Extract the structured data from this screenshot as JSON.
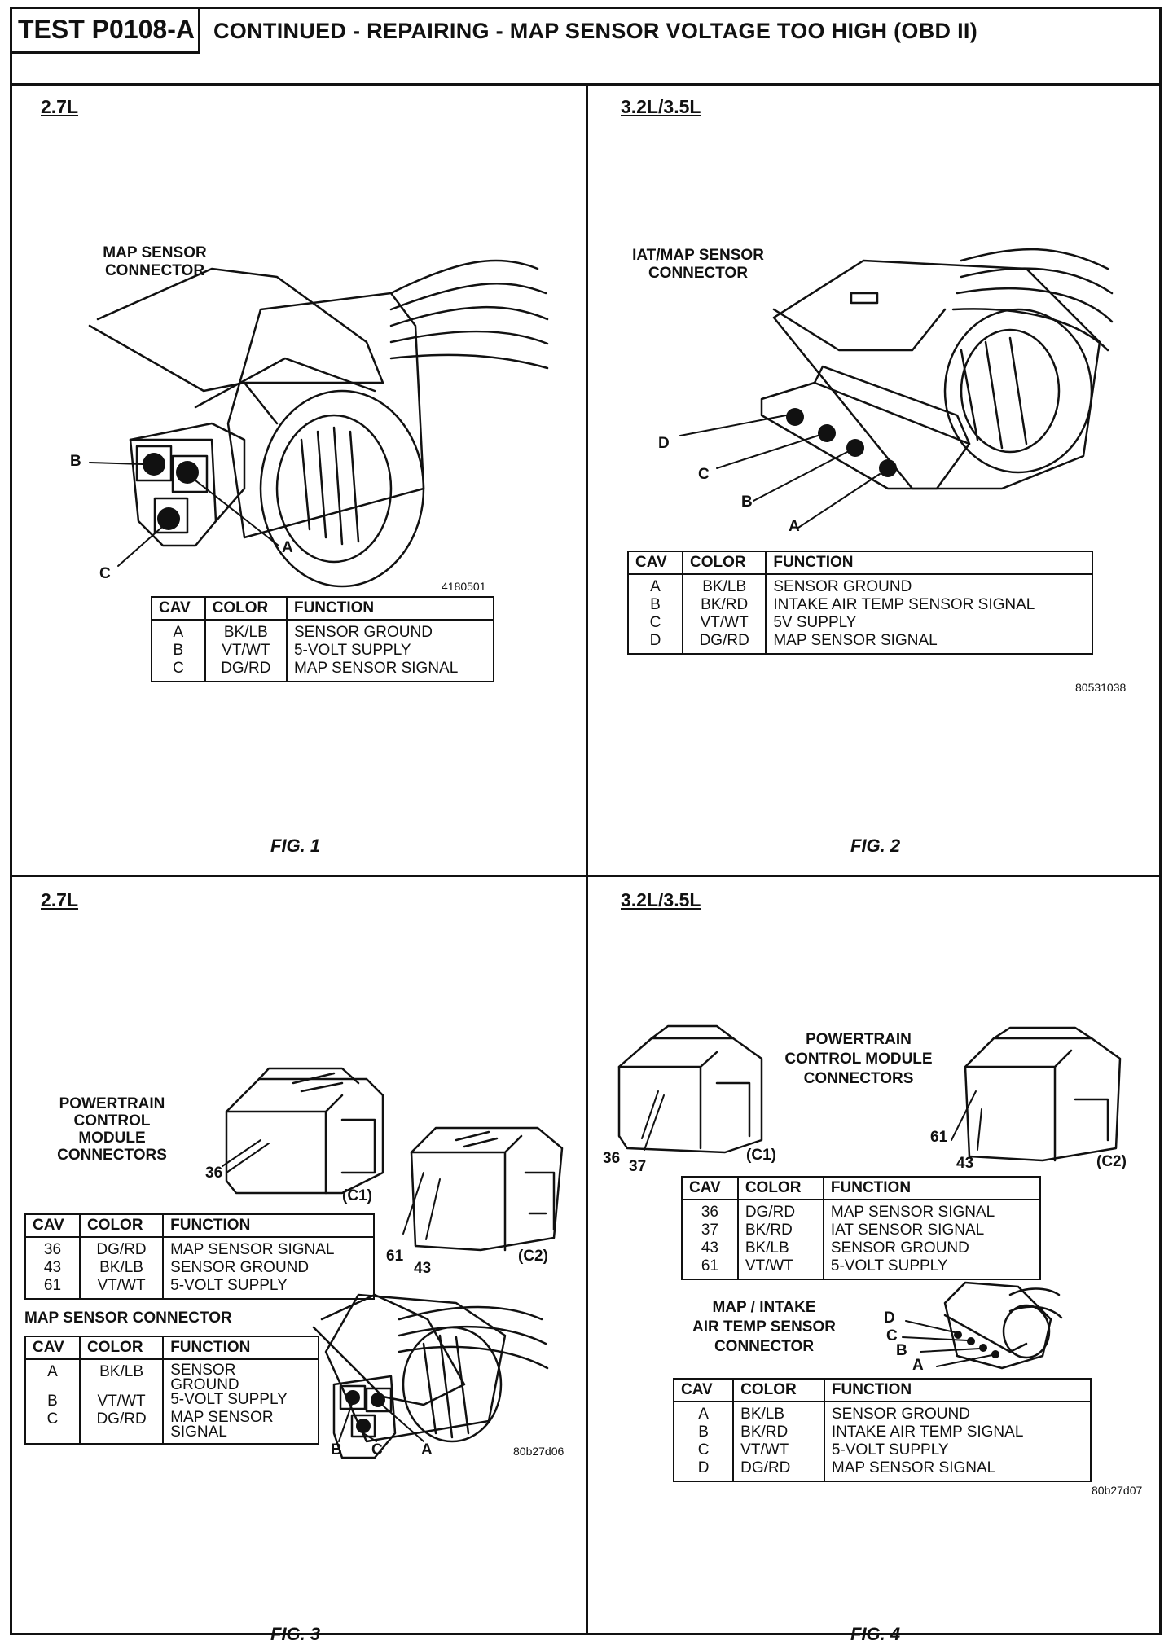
{
  "header": {
    "test_id": "TEST P0108-A",
    "title": "CONTINUED - REPAIRING - MAP SENSOR VOLTAGE TOO HIGH (OBD II)"
  },
  "fig1": {
    "section": "2.7L",
    "connector_label": "MAP SENSOR\nCONNECTOR",
    "pins": [
      "A",
      "B",
      "C"
    ],
    "code": "4180501",
    "table": {
      "headers": [
        "CAV",
        "COLOR",
        "FUNCTION"
      ],
      "rows": [
        [
          "A",
          "BK/LB",
          "SENSOR GROUND"
        ],
        [
          "B",
          "VT/WT",
          "5-VOLT SUPPLY"
        ],
        [
          "C",
          "DG/RD",
          "MAP SENSOR SIGNAL"
        ]
      ]
    },
    "caption": "FIG. 1"
  },
  "fig2": {
    "section": "3.2L/3.5L",
    "connector_label": "IAT/MAP SENSOR\nCONNECTOR",
    "pins": [
      "A",
      "B",
      "C",
      "D"
    ],
    "code": "80531038",
    "table": {
      "headers": [
        "CAV",
        "COLOR",
        "FUNCTION"
      ],
      "rows": [
        [
          "A",
          "BK/LB",
          "SENSOR GROUND"
        ],
        [
          "B",
          "BK/RD",
          "INTAKE AIR TEMP SENSOR SIGNAL"
        ],
        [
          "C",
          "VT/WT",
          "5V SUPPLY"
        ],
        [
          "D",
          "DG/RD",
          "MAP SENSOR SIGNAL"
        ]
      ]
    },
    "caption": "FIG. 2"
  },
  "fig3": {
    "section": "2.7L",
    "pcm_label": "POWERTRAIN\nCONTROL\nMODULE\nCONNECTORS",
    "c1": "(C1)",
    "c2": "(C2)",
    "pins": [
      "36",
      "61",
      "43",
      "A",
      "B",
      "C"
    ],
    "pcm_table": {
      "headers": [
        "CAV",
        "COLOR",
        "FUNCTION"
      ],
      "rows": [
        [
          "36",
          "DG/RD",
          "MAP SENSOR SIGNAL"
        ],
        [
          "43",
          "BK/LB",
          "SENSOR GROUND"
        ],
        [
          "61",
          "VT/WT",
          "5-VOLT SUPPLY"
        ]
      ]
    },
    "map_label": "MAP SENSOR CONNECTOR",
    "map_table": {
      "headers": [
        "CAV",
        "COLOR",
        "FUNCTION"
      ],
      "rows": [
        [
          "A",
          "BK/LB",
          "SENSOR\nGROUND"
        ],
        [
          "B",
          "VT/WT",
          "5-VOLT SUPPLY"
        ],
        [
          "C",
          "DG/RD",
          "MAP SENSOR\nSIGNAL"
        ]
      ]
    },
    "code": "80b27d06",
    "caption": "FIG. 3"
  },
  "fig4": {
    "section": "3.2L/3.5L",
    "pcm_label": "POWERTRAIN\nCONTROL MODULE\nCONNECTORS",
    "c1": "(C1)",
    "c2": "(C2)",
    "pins": [
      "36",
      "37",
      "61",
      "43",
      "A",
      "B",
      "C",
      "D"
    ],
    "pcm_table": {
      "headers": [
        "CAV",
        "COLOR",
        "FUNCTION"
      ],
      "rows": [
        [
          "36",
          "DG/RD",
          "MAP SENSOR SIGNAL"
        ],
        [
          "37",
          "BK/RD",
          "IAT SENSOR SIGNAL"
        ],
        [
          "43",
          "BK/LB",
          "SENSOR GROUND"
        ],
        [
          "61",
          "VT/WT",
          "5-VOLT SUPPLY"
        ]
      ]
    },
    "map_label": "MAP / INTAKE\nAIR TEMP SENSOR\nCONNECTOR",
    "map_table": {
      "headers": [
        "CAV",
        "COLOR",
        "FUNCTION"
      ],
      "rows": [
        [
          "A",
          "BK/LB",
          "SENSOR GROUND"
        ],
        [
          "B",
          "BK/RD",
          "INTAKE AIR TEMP SIGNAL"
        ],
        [
          "C",
          "VT/WT",
          "5-VOLT SUPPLY"
        ],
        [
          "D",
          "DG/RD",
          "MAP SENSOR SIGNAL"
        ]
      ]
    },
    "code": "80b27d07",
    "caption": "FIG. 4"
  }
}
